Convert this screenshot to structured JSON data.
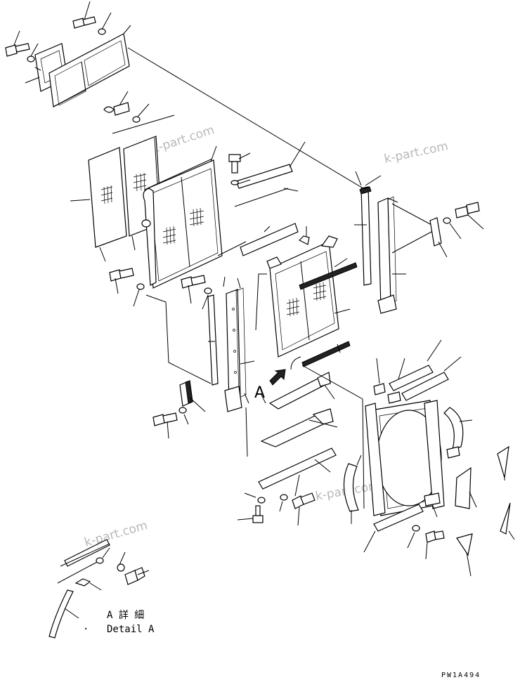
{
  "watermarks": [
    "k-part.com",
    "k-part.com",
    "k-part.com",
    "k-part.com"
  ],
  "detail": {
    "view_letter": "A",
    "jp_line": "A 詳 細",
    "en_line": "Detail A",
    "dot": "."
  },
  "drawing_code": "PW1A494",
  "colors": {
    "ink": "#000000",
    "watermark": "#b8b8b8",
    "background": "#ffffff"
  }
}
